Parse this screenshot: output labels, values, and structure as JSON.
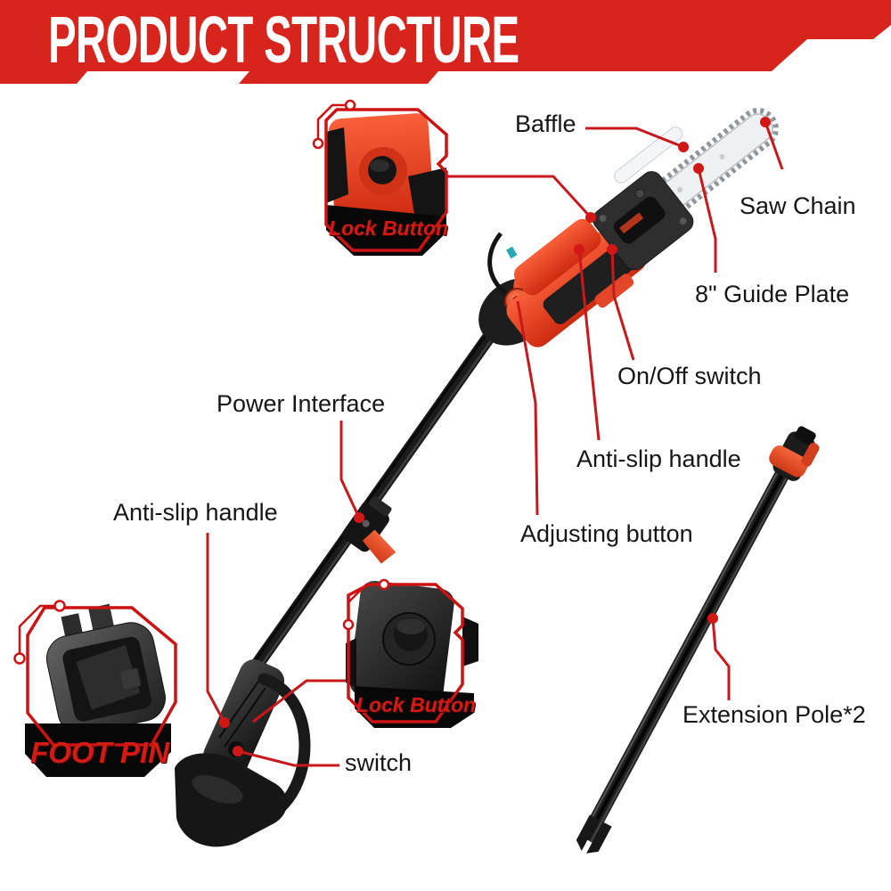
{
  "header": {
    "title": "PRODUCT STRUCTURE"
  },
  "labels": {
    "baffle": "Baffle",
    "saw_chain": "Saw Chain",
    "guide_plate": "8\" Guide Plate",
    "on_off_switch": "On/Off switch",
    "anti_slip_handle_right": "Anti-slip handle",
    "adjusting_button": "Adjusting button",
    "power_interface": "Power Interface",
    "anti_slip_handle_left": "Anti-slip handle",
    "switch": "switch",
    "extension_pole": "Extension Pole*2"
  },
  "callouts": {
    "lock_button_top": "Lock Button",
    "lock_button_bottom": "Lock Button",
    "foot_pin": "FOOT PIN"
  },
  "colors": {
    "banner_red": "#d7251d",
    "leader_red": "#c9181b",
    "callout_border_red": "#cc1212",
    "callout_text_red": "#d31a15",
    "device_red": "#e8492c",
    "device_orange": "#e8512e",
    "blade_gray": "#eef0f2",
    "chain_gray": "#8f959c",
    "device_black": "#1b1b1b"
  }
}
